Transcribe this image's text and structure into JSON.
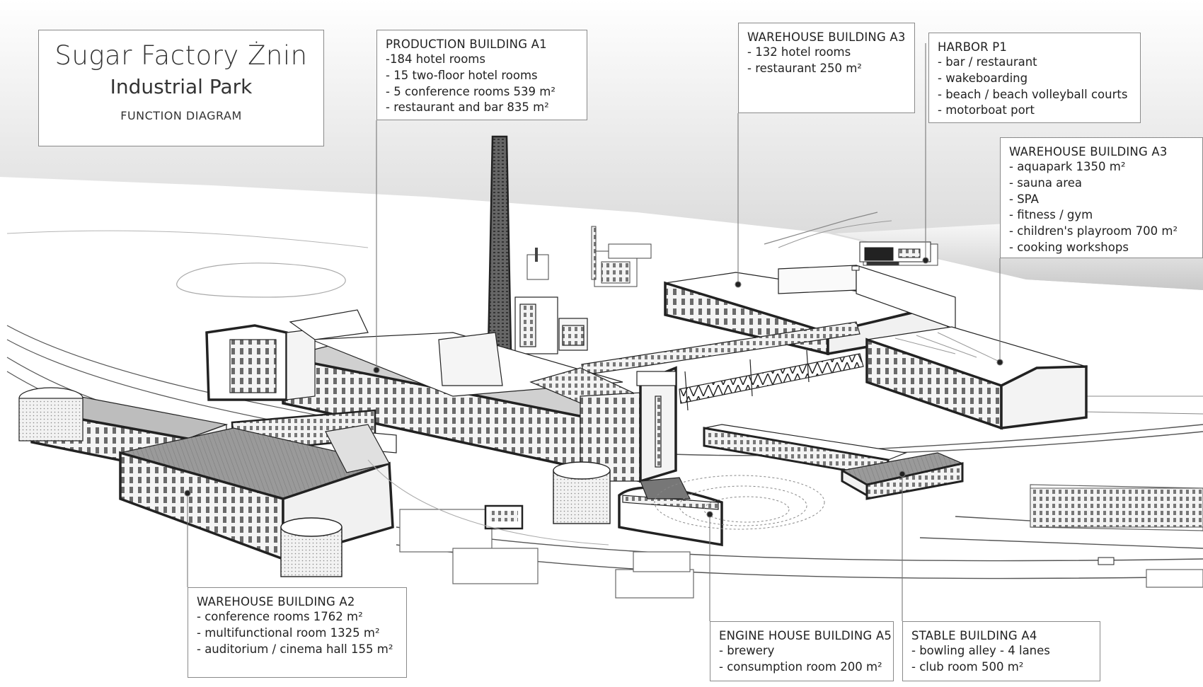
{
  "title": {
    "main": "Sugar Factory Żnin",
    "sub": "Industrial Park",
    "caption": "FUNCTION DIAGRAM"
  },
  "buildings": [
    {
      "id": "a1",
      "heading": "PRODUCTION BUILDING A1",
      "lines": [
        "-184 hotel rooms",
        "- 15 two-floor hotel rooms",
        "- 5 conference rooms 539 m²",
        "- restaurant and bar 835 m²"
      ]
    },
    {
      "id": "a3-top",
      "heading": "WAREHOUSE BUILDING A3",
      "lines": [
        "- 132 hotel rooms",
        "- restaurant 250 m²"
      ]
    },
    {
      "id": "p1",
      "heading": "HARBOR P1",
      "lines": [
        "- bar / restaurant",
        "- wakeboarding",
        "- beach / beach volleyball courts",
        "- motorboat port"
      ]
    },
    {
      "id": "a3-right",
      "heading": "WAREHOUSE BUILDING A3",
      "lines": [
        "- aquapark 1350 m²",
        "- sauna area",
        "- SPA",
        "- fitness / gym",
        "- children's playroom 700 m²",
        "- cooking workshops"
      ]
    },
    {
      "id": "a2",
      "heading": "WAREHOUSE BUILDING A2",
      "lines": [
        "- conference rooms 1762 m²",
        "- multifunctional room 1325 m²",
        "- auditorium / cinema hall 155 m²"
      ]
    },
    {
      "id": "a5",
      "heading": "ENGINE HOUSE BUILDING A5",
      "lines": [
        "- brewery",
        "- consumption room 200 m²"
      ]
    },
    {
      "id": "a4",
      "heading": "STABLE BUILDING A4",
      "lines": [
        "- bowling alley - 4 lanes",
        "- club room 500 m²"
      ]
    }
  ]
}
